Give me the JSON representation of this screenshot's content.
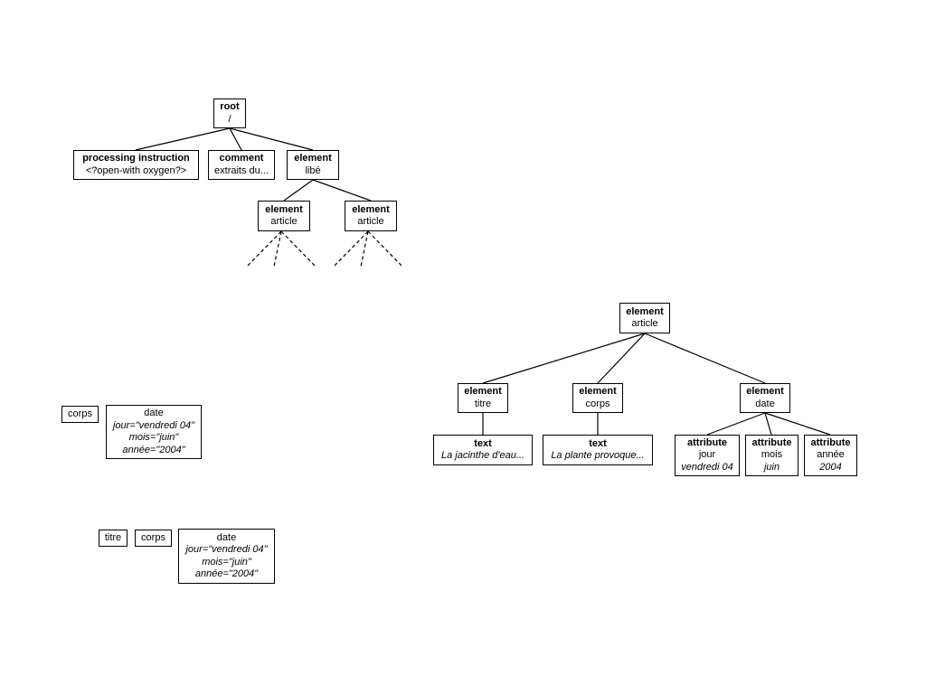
{
  "tree1": {
    "root": {
      "type": "root",
      "label": "/"
    },
    "pi": {
      "type": "processing instruction",
      "label": "<?open-with oxygen?>"
    },
    "comment": {
      "type": "comment",
      "label": "extraits du..."
    },
    "libe": {
      "type": "element",
      "label": "libé"
    },
    "article_1": {
      "type": "element",
      "label": "article"
    },
    "article_2": {
      "type": "element",
      "label": "article"
    }
  },
  "tree2": {
    "article": {
      "type": "element",
      "label": "article"
    },
    "titre": {
      "type": "element",
      "label": "titre"
    },
    "corps": {
      "type": "element",
      "label": "corps"
    },
    "date": {
      "type": "element",
      "label": "date"
    },
    "text_titre": {
      "type": "text",
      "value": "La jacinthe d'eau..."
    },
    "text_corps": {
      "type": "text",
      "value": "La plante provoque..."
    },
    "attr_jour": {
      "type": "attribute",
      "name": "jour",
      "value": "vendredi 04"
    },
    "attr_mois": {
      "type": "attribute",
      "name": "mois",
      "value": "juin"
    },
    "attr_annee": {
      "type": "attribute",
      "name": "année",
      "value": "2004"
    }
  },
  "group1": {
    "corps": "corps",
    "date": {
      "name": "date",
      "attrs": [
        "jour=\"vendredi 04\"",
        "mois=\"juin\"",
        "année=\"2004\""
      ]
    }
  },
  "group2": {
    "titre": "titre",
    "corps": "corps",
    "date": {
      "name": "date",
      "attrs": [
        "jour=\"vendredi 04\"",
        "mois=\"juin\"",
        "année=\"2004\""
      ]
    }
  }
}
